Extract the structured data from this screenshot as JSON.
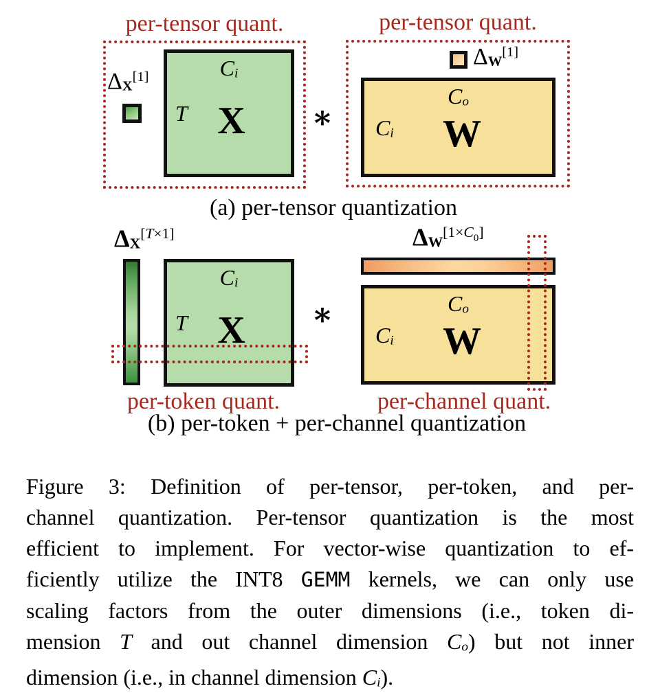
{
  "colors": {
    "accent_red": "#a5291e",
    "matrix_green": "#b5dcaa",
    "matrix_yellow": "#f7e09a",
    "border_black": "#111111"
  },
  "panel_a": {
    "left_quant_label": "per-tensor quant.",
    "right_quant_label": "per-tensor quant.",
    "delta_x_label": [
      {
        "t": "Δ"
      },
      {
        "t": "X",
        "c": "sub bf"
      },
      {
        "t": "[1]",
        "c": "sup"
      }
    ],
    "delta_w_label": [
      {
        "t": "Δ"
      },
      {
        "t": "W",
        "c": "sub bf"
      },
      {
        "t": "[1]",
        "c": "sup"
      }
    ],
    "x_matrix": {
      "col_dim": [
        {
          "t": "C",
          "c": "it"
        },
        {
          "t": "i",
          "c": "sub it"
        }
      ],
      "row_dim": [
        {
          "t": "T",
          "c": "it"
        }
      ],
      "name": "X"
    },
    "w_matrix": {
      "col_dim": [
        {
          "t": "C",
          "c": "it"
        },
        {
          "t": "o",
          "c": "sub it"
        }
      ],
      "row_dim": [
        {
          "t": "C",
          "c": "it"
        },
        {
          "t": "i",
          "c": "sub it"
        }
      ],
      "name": "W"
    },
    "operator": "∗",
    "caption": "(a) per-tensor quantization"
  },
  "panel_b": {
    "delta_x_label": [
      {
        "t": "Δ",
        "c": "bf"
      },
      {
        "t": "X",
        "c": "sub bf"
      },
      {
        "t": "[",
        "c": "sup"
      },
      {
        "t": "T",
        "c": "sup it"
      },
      {
        "t": "×1]",
        "c": "sup"
      }
    ],
    "delta_w_label": [
      {
        "t": "Δ",
        "c": "bf"
      },
      {
        "t": "W",
        "c": "sub bf"
      },
      {
        "t": "[1×",
        "c": "sup"
      },
      {
        "t": "C",
        "c": "sup it"
      },
      {
        "t": "0",
        "c": "sup2"
      },
      {
        "t": "]",
        "c": "sup"
      }
    ],
    "x_matrix": {
      "col_dim": [
        {
          "t": "C",
          "c": "it"
        },
        {
          "t": "i",
          "c": "sub it"
        }
      ],
      "row_dim": [
        {
          "t": "T",
          "c": "it"
        }
      ],
      "name": "X"
    },
    "w_matrix": {
      "col_dim": [
        {
          "t": "C",
          "c": "it"
        },
        {
          "t": "o",
          "c": "sub it"
        }
      ],
      "row_dim": [
        {
          "t": "C",
          "c": "it"
        },
        {
          "t": "i",
          "c": "sub it"
        }
      ],
      "name": "W"
    },
    "operator": "∗",
    "token_quant_label": "per-token quant.",
    "channel_quant_label": "per-channel quant.",
    "caption": "(b) per-token + per-channel quantization"
  },
  "figure_caption": {
    "lines": [
      [
        {
          "t": "Figure 3:  Definition of per-tensor, per-token, and per-"
        }
      ],
      [
        {
          "t": "channel quantization.  Per-tensor quantization is the most"
        }
      ],
      [
        {
          "t": "efficient to implement. For vector-wise quantization to ef-"
        }
      ],
      [
        {
          "t": "ficiently utilize the INT8 "
        },
        {
          "t": "GEMM",
          "c": "mono"
        },
        {
          "t": " kernels, we can only use"
        }
      ],
      [
        {
          "t": "scaling factors from the outer dimensions (i.e., token di-"
        }
      ],
      [
        {
          "t": "mension "
        },
        {
          "t": "T",
          "c": "it"
        },
        {
          "t": " and out channel dimension "
        },
        {
          "t": "C",
          "c": "it"
        },
        {
          "t": "o",
          "c": "sub it"
        },
        {
          "t": ") but not inner"
        }
      ],
      [
        {
          "t": "dimension (i.e., in channel dimension "
        },
        {
          "t": "C",
          "c": "it"
        },
        {
          "t": "i",
          "c": "sub it"
        },
        {
          "t": ")."
        }
      ]
    ]
  }
}
